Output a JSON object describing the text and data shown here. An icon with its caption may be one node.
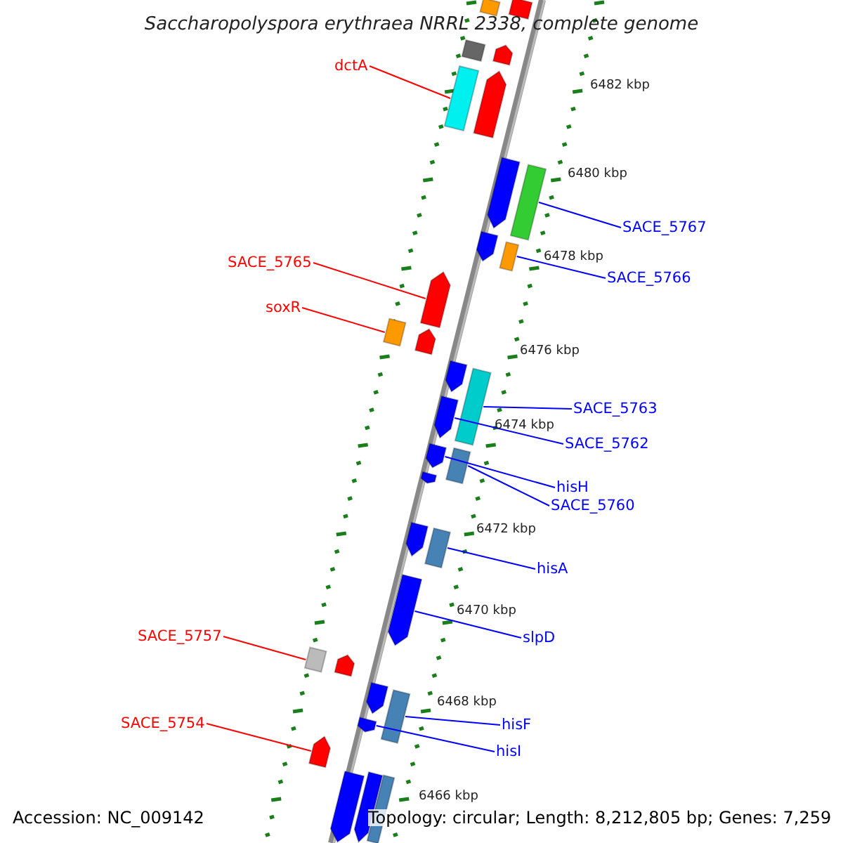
{
  "diagram": {
    "title": "Saccharopolyspora erythraea NRRL 2338, complete genome",
    "nodes": [
      {
        "text": [
          "dctA"
        ]
      },
      {
        "text": [
          "SACE_5767"
        ]
      },
      {
        "text": [
          "SACE_5765"
        ]
      },
      {
        "text": [
          "SACE_5766"
        ]
      },
      {
        "text": [
          "soxR"
        ]
      },
      {
        "text": [
          "SACE_5763"
        ]
      },
      {
        "text": [
          "SACE_5762"
        ]
      },
      {
        "text": [
          "hisH"
        ]
      },
      {
        "text": [
          "SACE_5760"
        ]
      },
      {
        "text": [
          "hisA"
        ]
      },
      {
        "text": [
          "SACE_5757"
        ]
      },
      {
        "text": [
          "slpD"
        ]
      },
      {
        "text": [
          "hisF"
        ]
      },
      {
        "text": [
          "SACE_5754"
        ]
      },
      {
        "text": [
          "hisI"
        ]
      },
      {
        "text": [],
        "shape": "bar"
      },
      {
        "text": [],
        "shape": "bar"
      },
      {
        "text": [],
        "shape": "bar"
      },
      {
        "text": [],
        "shape": "bar"
      },
      {
        "text": [],
        "shape": "bar"
      },
      {
        "text": [],
        "shape": "bar"
      },
      {
        "text": [],
        "shape": "bar"
      },
      {
        "text": [],
        "shape": "bar"
      },
      {
        "text": [],
        "shape": "bar"
      },
      {
        "text": [],
        "shape": "bar"
      },
      {
        "text": [],
        "shape": "bar"
      },
      {
        "text": [],
        "shape": "bar"
      },
      {
        "text": [],
        "shape": "bar"
      },
      {
        "text": [],
        "shape": "bar"
      },
      {
        "text": [],
        "shape": "bar"
      },
      {
        "text": [],
        "shape": "bar"
      },
      {
        "text": [],
        "shape": "bar"
      },
      {
        "text": [],
        "shape": "bar"
      },
      {
        "text": [],
        "shape": "bar"
      },
      {
        "text": [],
        "shape": "bar"
      },
      {
        "text": [],
        "shape": "bar"
      },
      {
        "text": [],
        "shape": "bar"
      },
      {
        "text": [],
        "shape": "bar"
      },
      {
        "text": [],
        "shape": "bar"
      },
      {
        "text": [],
        "shape": "bar"
      },
      {
        "text": [],
        "shape": "bar"
      },
      {
        "text": [],
        "shape": "bar"
      },
      {
        "text": [],
        "shape": "bar"
      },
      {
        "text": [],
        "shape": "bar"
      },
      {
        "text": [],
        "shape": "bar"
      },
      {
        "text": [],
        "shape": "bar"
      }
    ],
    "edges": [
      {
        "from": 0,
        "to": 19,
        "arrow": "none",
        "color": "#ff0000"
      },
      {
        "from": 1,
        "to": 22,
        "arrow": "none"
      },
      {
        "from": 2,
        "to": 25,
        "arrow": "none",
        "color": "#ff0000"
      },
      {
        "from": 3,
        "to": 24,
        "arrow": "none"
      },
      {
        "from": 4,
        "to": 26,
        "arrow": "none",
        "color": "#ff0000"
      },
      {
        "from": 5,
        "to": 29,
        "arrow": "none"
      },
      {
        "from": 6,
        "to": 30,
        "arrow": "none"
      },
      {
        "from": 7,
        "to": 31,
        "arrow": "none"
      },
      {
        "from": 8,
        "to": 32,
        "arrow": "none"
      },
      {
        "from": 9,
        "to": 35,
        "arrow": "none"
      },
      {
        "from": 10,
        "to": 37,
        "arrow": "none",
        "color": "#ff0000"
      },
      {
        "from": 11,
        "to": 36,
        "arrow": "none"
      },
      {
        "from": 12,
        "to": 40,
        "arrow": "none"
      },
      {
        "from": 13,
        "to": 42,
        "arrow": "none",
        "color": "#ff0000"
      },
      {
        "from": 14,
        "to": 41,
        "arrow": "none"
      }
    ],
    "labels": [
      "6482 kbp",
      "6480 kbp",
      "6478 kbp",
      "6476 kbp",
      "6474 kbp",
      "6472 kbp",
      "6470 kbp",
      "6468 kbp",
      "6466 kbp",
      "Accession: NC_009142",
      "Topology: circular; Length: 8,212,805 bp; Genes: 7,259"
    ]
  }
}
